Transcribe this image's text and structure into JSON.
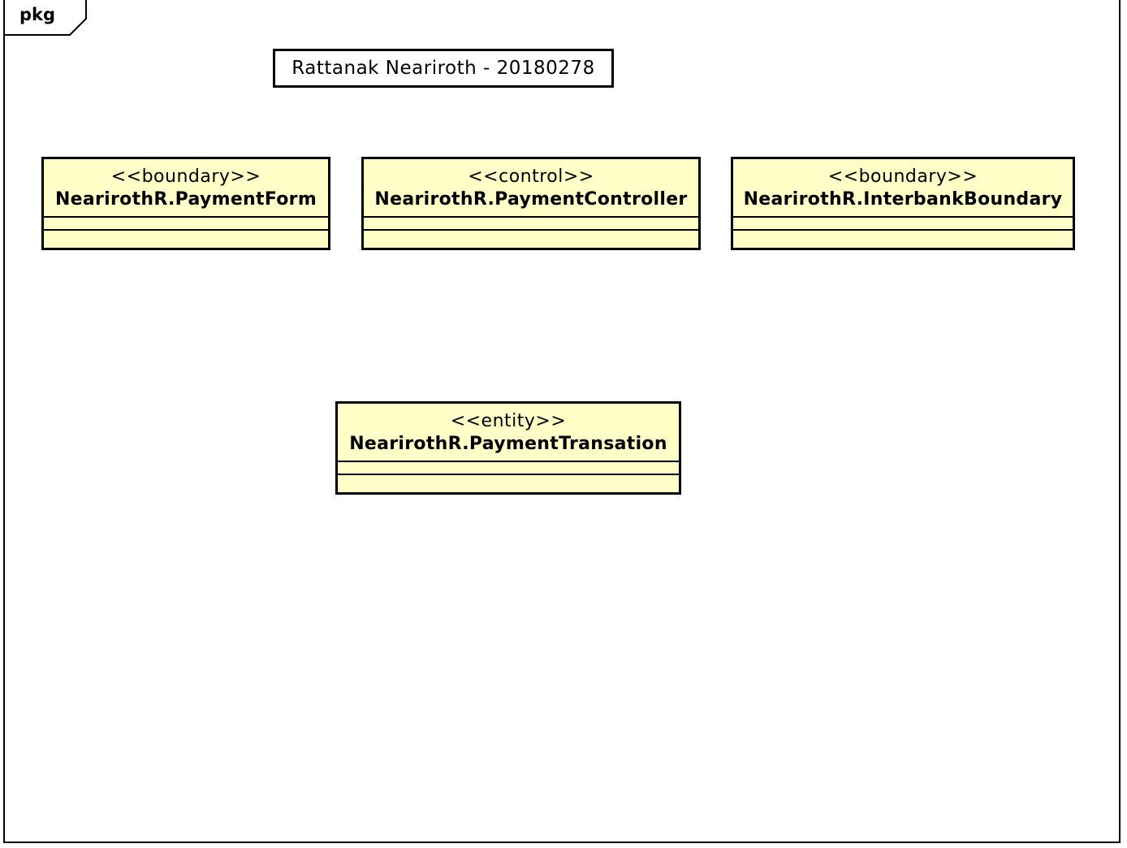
{
  "frame": {
    "label": "pkg"
  },
  "note": {
    "text": "Rattanak Neariroth - 20180278"
  },
  "classes": [
    {
      "stereotype": "<<boundary>>",
      "name": "NearirothR.PaymentForm"
    },
    {
      "stereotype": "<<control>>",
      "name": "NearirothR.PaymentController"
    },
    {
      "stereotype": "<<boundary>>",
      "name": "NearirothR.InterbankBoundary"
    },
    {
      "stereotype": "<<entity>>",
      "name": "NearirothR.PaymentTransation"
    }
  ],
  "colors": {
    "class_fill": "#ffffc8",
    "stroke": "#000000",
    "background": "#ffffff"
  }
}
